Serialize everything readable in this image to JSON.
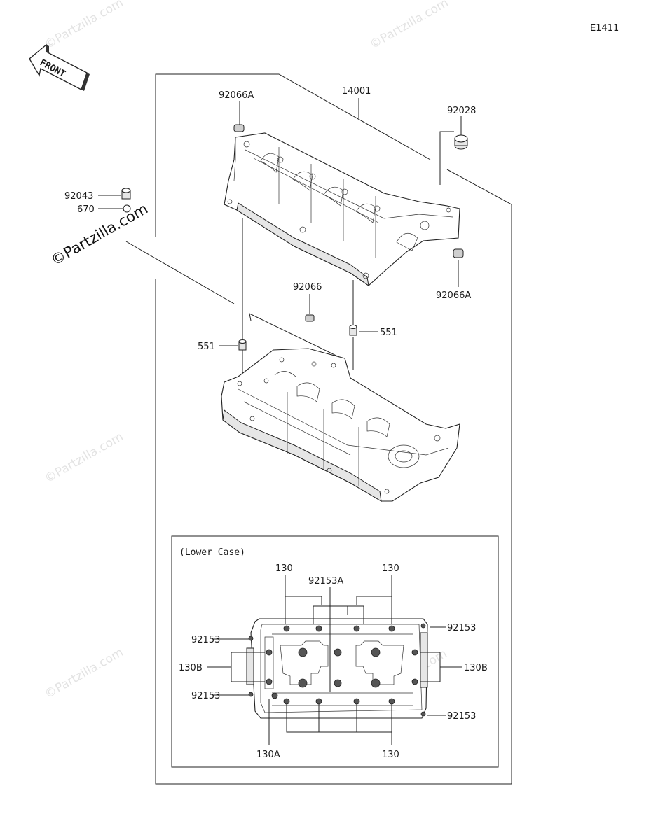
{
  "diagram_code": "E1411",
  "front_arrow_label": "FRONT",
  "watermark": "©Partzilla.com",
  "inset_title": "(Lower Case)",
  "part_labels": {
    "p14001": "14001",
    "p92066A_top": "92066A",
    "p92028": "92028",
    "p92043": "92043",
    "p670": "670",
    "p92066A_right": "92066A",
    "p92066": "92066",
    "p551_left": "551",
    "p551_right": "551"
  },
  "inset_labels": {
    "p130_top_left": "130",
    "p130_top_right": "130",
    "p92153A": "92153A",
    "p92153_top_left": "92153",
    "p92153_top_right": "92153",
    "p130B_left": "130B",
    "p130B_right": "130B",
    "p92153_bottom_left": "92153",
    "p92153_bottom_right": "92153",
    "p130A": "130A",
    "p130_bottom": "130"
  }
}
